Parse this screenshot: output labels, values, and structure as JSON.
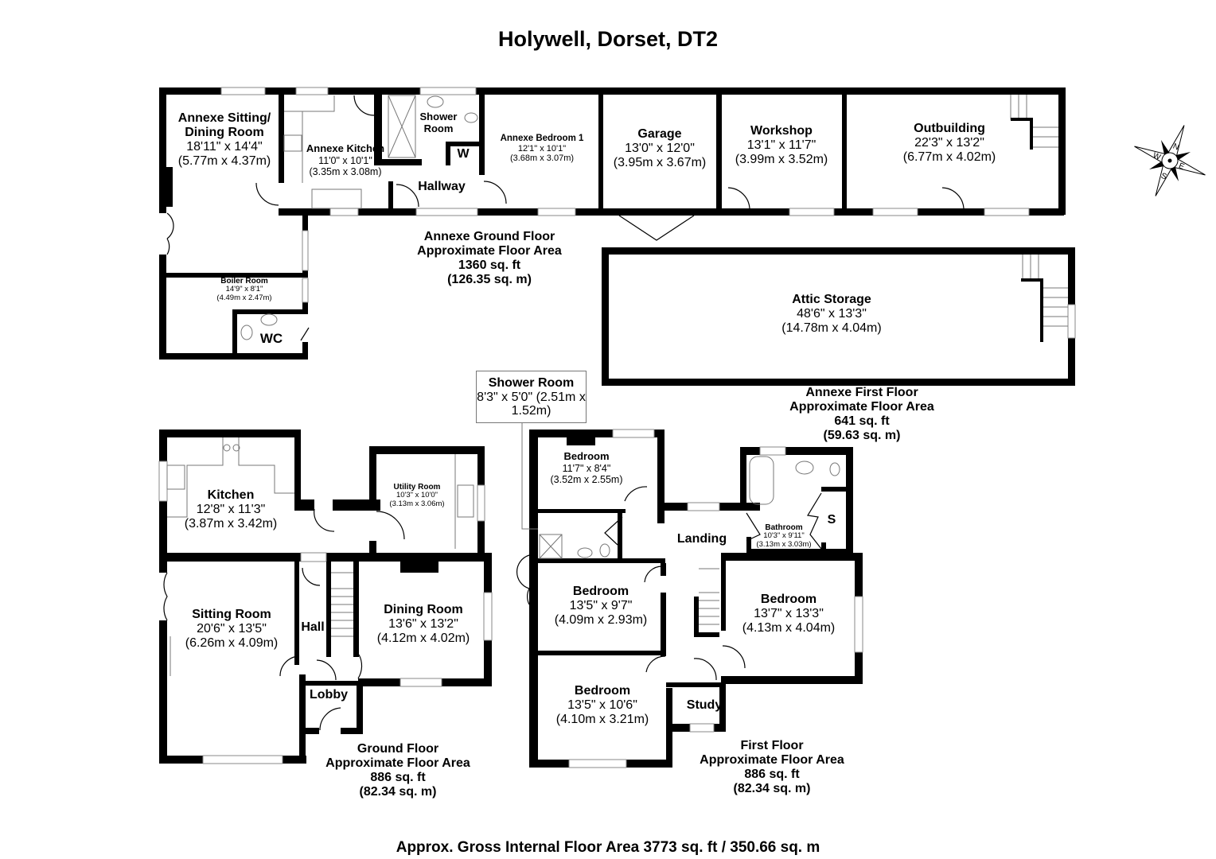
{
  "title": "Holywell, Dorset, DT2",
  "gross_area": "Approx. Gross Internal Floor Area 3773 sq. ft / 350.66 sq. m",
  "compass": {
    "icon": "compass-rose-icon",
    "labels": [
      "N",
      "E",
      "S",
      "W"
    ]
  },
  "floors": {
    "annexe_ground": {
      "label": "Annexe Ground Floor",
      "area_label": "Approximate Floor Area",
      "sqft": "1360 sq. ft",
      "sqm": "(126.35 sq. m)",
      "rooms": [
        {
          "name": "Annexe Sitting/",
          "name2": "Dining Room",
          "imperial": "18'11\" x 14'4\"",
          "metric": "(5.77m x 4.37m)"
        },
        {
          "name": "Annexe Kitchen",
          "imperial": "11'0\" x 10'1\"",
          "metric": "(3.35m x 3.08m)"
        },
        {
          "name": "Shower",
          "name2": "Room"
        },
        {
          "name": "W"
        },
        {
          "name": "Hallway"
        },
        {
          "name": "Annexe Bedroom 1",
          "imperial": "12'1\" x 10'1\"",
          "metric": "(3.68m x 3.07m)"
        },
        {
          "name": "Garage",
          "imperial": "13'0\" x 12'0\"",
          "metric": "(3.95m x 3.67m)"
        },
        {
          "name": "Workshop",
          "imperial": "13'1\" x 11'7\"",
          "metric": "(3.99m x 3.52m)"
        },
        {
          "name": "Outbuilding",
          "imperial": "22'3\" x 13'2\"",
          "metric": "(6.77m x 4.02m)"
        },
        {
          "name": "Boiler Room",
          "imperial": "14'9\" x 8'1\"",
          "metric": "(4.49m x 2.47m)"
        },
        {
          "name": "WC"
        }
      ]
    },
    "annexe_first": {
      "label": "Annexe First Floor",
      "area_label": "Approximate Floor Area",
      "sqft": "641 sq. ft",
      "sqm": "(59.63 sq. m)",
      "rooms": [
        {
          "name": "Attic Storage",
          "imperial": "48'6\" x 13'3\"",
          "metric": "(14.78m x 4.04m)"
        }
      ]
    },
    "ground": {
      "label": "Ground Floor",
      "area_label": "Approximate Floor Area",
      "sqft": "886 sq. ft",
      "sqm": "(82.34 sq. m)",
      "rooms": [
        {
          "name": "Kitchen",
          "imperial": "12'8\" x 11'3\"",
          "metric": "(3.87m x 3.42m)"
        },
        {
          "name": "Utility Room",
          "imperial": "10'3\" x 10'0\"",
          "metric": "(3.13m x 3.06m)"
        },
        {
          "name": "Sitting Room",
          "imperial": "20'6\" x 13'5\"",
          "metric": "(6.26m x 4.09m)"
        },
        {
          "name": "Hall"
        },
        {
          "name": "Dining Room",
          "imperial": "13'6\" x 13'2\"",
          "metric": "(4.12m x 4.02m)"
        },
        {
          "name": "Lobby"
        }
      ]
    },
    "first": {
      "label": "First Floor",
      "area_label": "Approximate Floor Area",
      "sqft": "886 sq. ft",
      "sqm": "(82.34 sq. m)",
      "rooms": [
        {
          "name": "Shower Room",
          "imperial": "8'3\" x 5'0\"",
          "metric": "(2.51m x 1.52m)"
        },
        {
          "name": "Bedroom",
          "imperial": "11'7\" x 8'4\"",
          "metric": "(3.52m x 2.55m)"
        },
        {
          "name": "Landing"
        },
        {
          "name": "Bathroom",
          "imperial": "10'3\" x 9'11\"",
          "metric": "(3.13m x 3.03m)"
        },
        {
          "name": "S"
        },
        {
          "name": "Bedroom",
          "imperial": "13'5\" x 9'7\"",
          "metric": "(4.09m x 2.93m)"
        },
        {
          "name": "Bedroom",
          "imperial": "13'7\" x 13'3\"",
          "metric": "(4.13m x 4.04m)"
        },
        {
          "name": "Bedroom",
          "imperial": "13'5\" x 10'6\"",
          "metric": "(4.10m x 3.21m)"
        },
        {
          "name": "Study"
        }
      ]
    }
  }
}
